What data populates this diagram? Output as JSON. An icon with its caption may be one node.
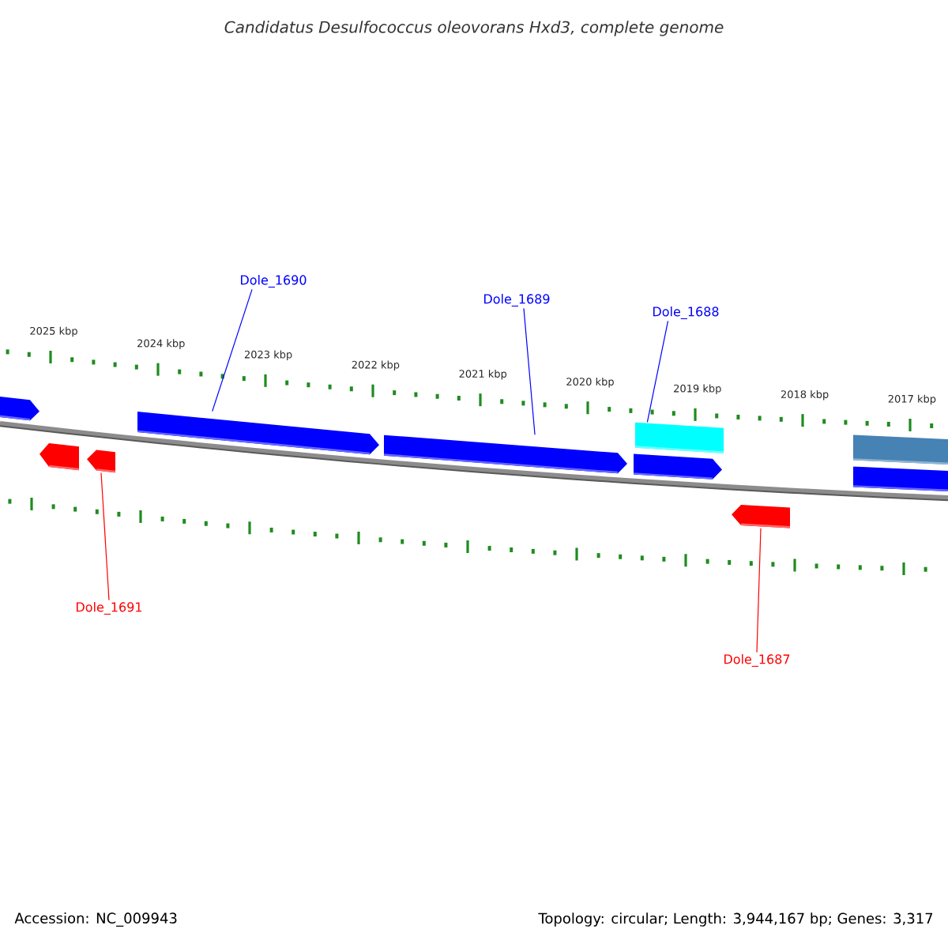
{
  "diagram": {
    "title": "Candidatus Desulfococcus oleovorans Hxd3, complete genome",
    "nodes": [
      {
        "text": [
          "Dole_1690"
        ]
      },
      {
        "text": [
          "Dole_1689"
        ]
      },
      {
        "text": [
          "Dole_1688"
        ]
      },
      {
        "text": [
          "Dole_1691"
        ]
      },
      {
        "text": [
          "Dole_1687"
        ]
      },
      {
        "text": [],
        "shape": "arrow"
      },
      {
        "text": [],
        "shape": "arrow"
      },
      {
        "text": [],
        "shape": "arrow"
      },
      {
        "text": [],
        "shape": "arrow"
      },
      {
        "text": [],
        "shape": "arrow"
      },
      {
        "text": [],
        "shape": "bar"
      },
      {
        "text": [],
        "shape": "arrow"
      },
      {
        "text": [],
        "shape": "arrow"
      },
      {
        "text": [],
        "shape": "bar"
      },
      {
        "text": [],
        "shape": "bar"
      }
    ],
    "edges": [
      {
        "from": 0,
        "to": 8,
        "arrow": "none"
      },
      {
        "from": 1,
        "to": 9,
        "arrow": "none"
      },
      {
        "from": 2,
        "to": 10,
        "arrow": "none"
      },
      {
        "from": 3,
        "to": 7,
        "arrow": "none",
        "color": "#ff0000"
      },
      {
        "from": 4,
        "to": 12,
        "arrow": "none",
        "color": "#ff0000"
      }
    ],
    "labels": [
      "2025 kbp",
      "2024 kbp",
      "2023 kbp",
      "2022 kbp",
      "2021 kbp",
      "2020 kbp",
      "2019 kbp",
      "2018 kbp",
      "2017 kbp",
      "Accession: NC_009943",
      "Topology: circular; Length: 3,944,167 bp; Genes: 3,317"
    ]
  }
}
